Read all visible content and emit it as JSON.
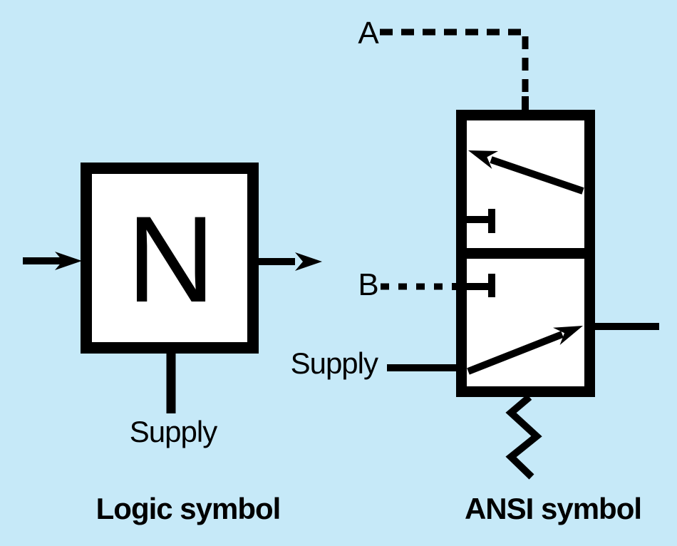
{
  "figure": {
    "background": "#c6e9f8",
    "ink": "#000000"
  },
  "logic_symbol": {
    "letter": "N",
    "supply_label": "Supply",
    "caption": "Logic symbol"
  },
  "ansi_symbol": {
    "port_a_label": "A",
    "port_b_label": "B",
    "supply_label": "Supply",
    "caption": "ANSI symbol"
  }
}
